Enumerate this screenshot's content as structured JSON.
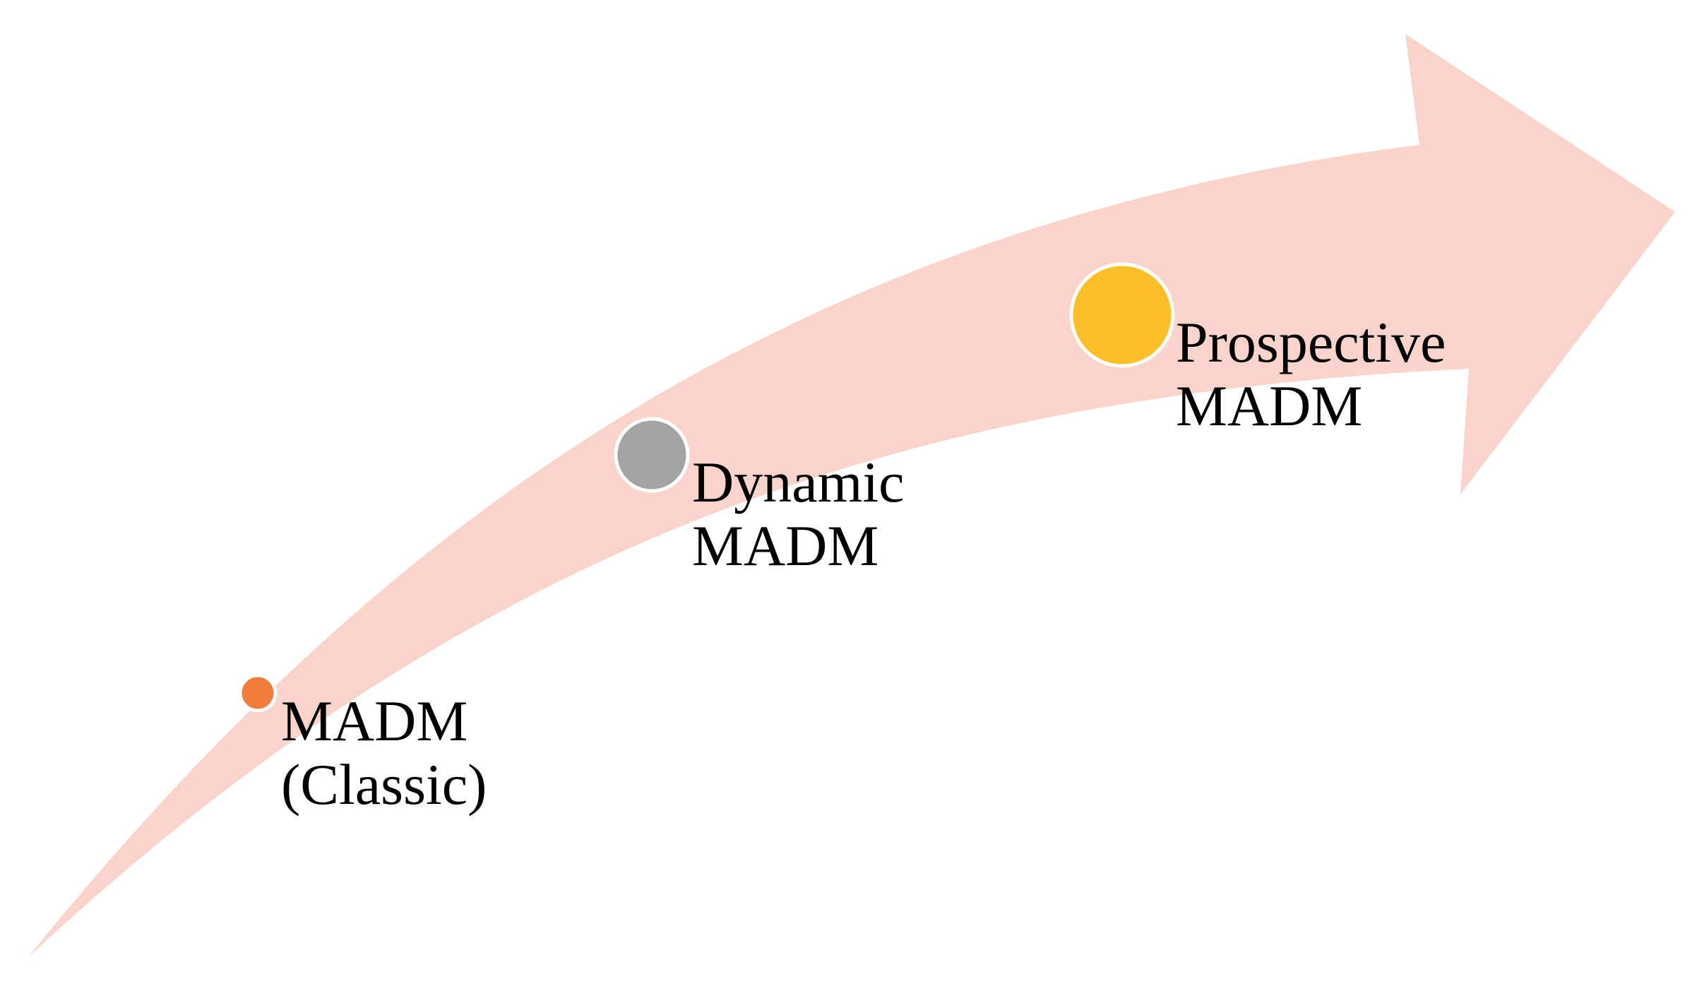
{
  "diagram": {
    "arrow_color": "#fad3cb",
    "dot_border_color": "#ffffff",
    "milestones": [
      {
        "id": "madm-classic",
        "lines": [
          "MADM",
          "(Classic)"
        ],
        "color": "#ee7c3b"
      },
      {
        "id": "dynamic-madm",
        "lines": [
          "Dynamic",
          "MADM"
        ],
        "color": "#a3a3a3"
      },
      {
        "id": "prospective-madm",
        "lines": [
          "Prospective",
          "MADM"
        ],
        "color": "#fcbf2a"
      }
    ]
  }
}
